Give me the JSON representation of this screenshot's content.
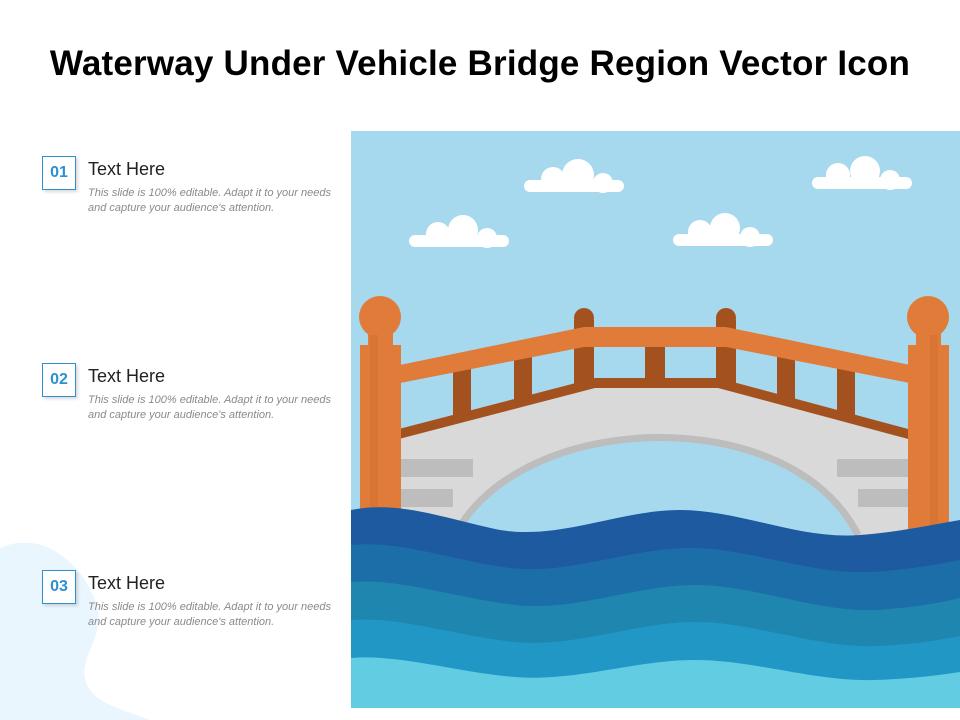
{
  "title": "Waterway Under Vehicle Bridge Region Vector Icon",
  "items": [
    {
      "number": "01",
      "heading": "Text Here",
      "description": "This slide is 100% editable. Adapt it to your needs and capture your audience's attention."
    },
    {
      "number": "02",
      "heading": "Text Here",
      "description": "This slide is 100% editable. Adapt it to your needs and capture your audience's attention."
    },
    {
      "number": "03",
      "heading": "Text Here",
      "description": "This slide is 100% editable. Adapt it to your needs and capture your audience's attention."
    }
  ],
  "colors": {
    "accent": "#2f8fcf",
    "sky": "#a6d8ee",
    "railing": "#e07b39",
    "railing_dark": "#a3521f",
    "stone": "#d9d9d9",
    "water_dark": "#1d5aa0",
    "water_light": "#62cce3"
  }
}
